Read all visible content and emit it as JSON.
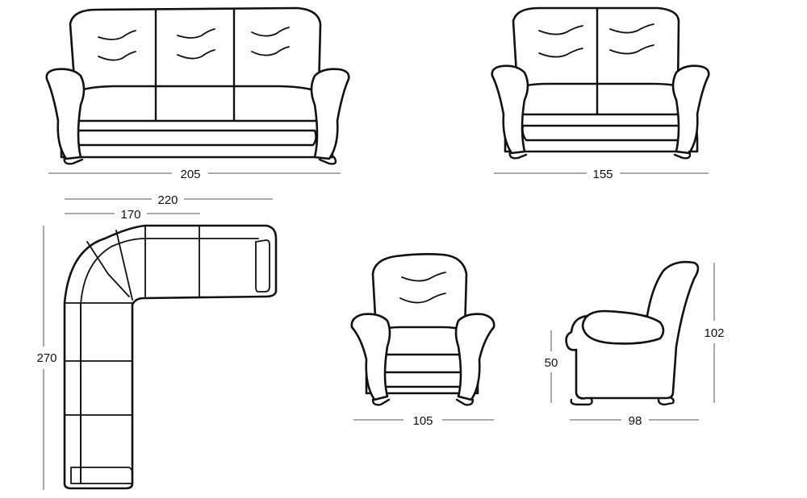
{
  "drawings": [
    {
      "id": "three-seat-sofa",
      "dimensions": {
        "width": "205"
      }
    },
    {
      "id": "two-seat-sofa",
      "dimensions": {
        "width": "155"
      }
    },
    {
      "id": "corner-sofa",
      "dimensions": {
        "outer_width": "220",
        "inner_width": "170",
        "depth": "270"
      }
    },
    {
      "id": "armchair-front",
      "dimensions": {
        "width": "105"
      }
    },
    {
      "id": "armchair-side",
      "dimensions": {
        "seat_height": "50",
        "height": "102",
        "depth": "98"
      }
    }
  ],
  "colors": {
    "line": "#111111",
    "dimension_line": "#555555",
    "background": "#ffffff"
  }
}
